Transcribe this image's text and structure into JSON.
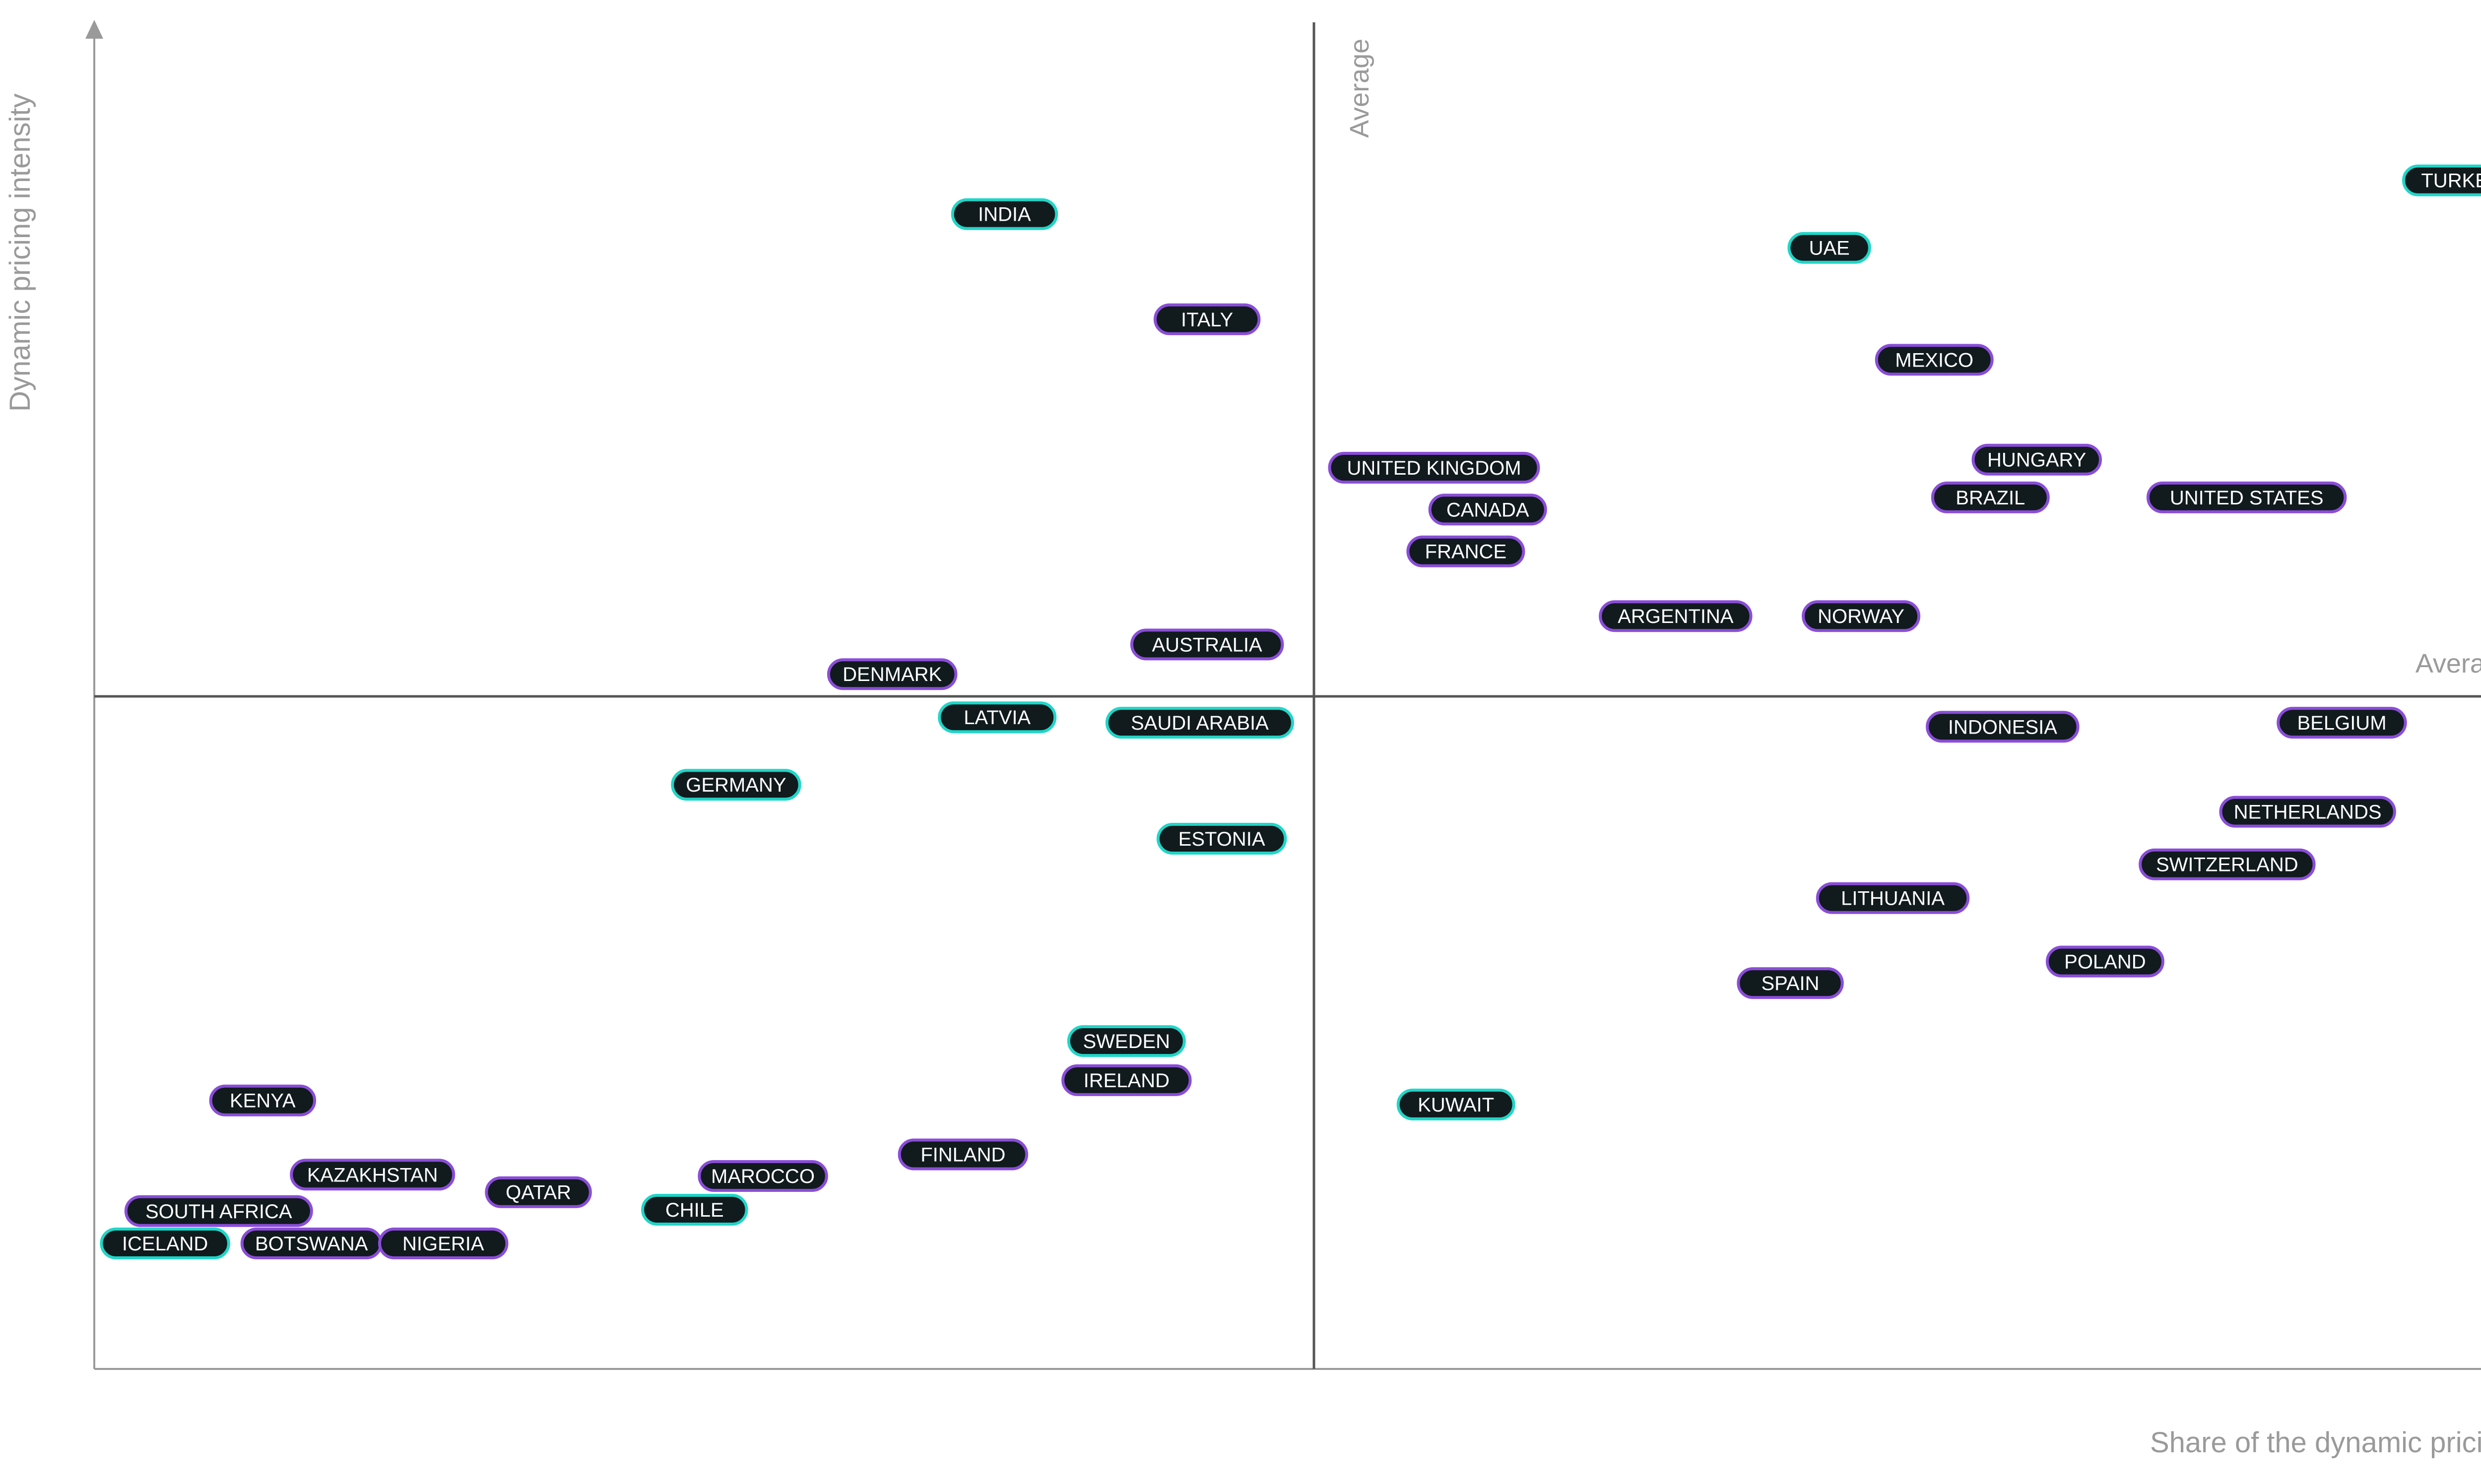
{
  "chart_data": {
    "type": "scatter",
    "title": "",
    "xlabel": "Share of the dynamic pricing",
    "ylabel": "Dynamic pricing intensity",
    "xlim": [
      0,
      100
    ],
    "ylim": [
      0,
      100
    ],
    "average_x": 50,
    "average_y": 50,
    "average_x_label": "Average",
    "average_y_label": "Average",
    "grid": false,
    "legend": "none",
    "colors": {
      "pill_fill": "#111a1d",
      "outline_teal": "#1fd6c8",
      "outline_purple": "#8a4dd8",
      "axis": "#9a9a9a",
      "divider": "#555555",
      "text": "#ffffff"
    },
    "points": [
      {
        "label": "INDIA",
        "x": 37.3,
        "y": 85.6,
        "edge": "teal"
      },
      {
        "label": "ITALY",
        "x": 45.6,
        "y": 77.8,
        "edge": "purple"
      },
      {
        "label": "AUSTRALIA",
        "x": 45.6,
        "y": 53.7,
        "edge": "purple"
      },
      {
        "label": "DENMARK",
        "x": 32.7,
        "y": 51.5,
        "edge": "purple"
      },
      {
        "label": "LATVIA",
        "x": 37.0,
        "y": 48.3,
        "edge": "teal"
      },
      {
        "label": "SAUDI ARABIA",
        "x": 45.3,
        "y": 47.9,
        "edge": "teal"
      },
      {
        "label": "GERMANY",
        "x": 26.3,
        "y": 43.3,
        "edge": "teal"
      },
      {
        "label": "ESTONIA",
        "x": 46.2,
        "y": 39.3,
        "edge": "teal"
      },
      {
        "label": "SWEDEN",
        "x": 42.3,
        "y": 24.3,
        "edge": "teal"
      },
      {
        "label": "IRELAND",
        "x": 42.3,
        "y": 21.4,
        "edge": "purple"
      },
      {
        "label": "FINLAND",
        "x": 35.6,
        "y": 15.9,
        "edge": "purple"
      },
      {
        "label": "KENYA",
        "x": 6.9,
        "y": 19.9,
        "edge": "purple"
      },
      {
        "label": "KAZAKHSTAN",
        "x": 11.4,
        "y": 14.4,
        "edge": "purple"
      },
      {
        "label": "QATAR",
        "x": 18.2,
        "y": 13.1,
        "edge": "purple"
      },
      {
        "label": "MAROCCO",
        "x": 27.4,
        "y": 14.3,
        "edge": "purple"
      },
      {
        "label": "CHILE",
        "x": 24.6,
        "y": 11.8,
        "edge": "teal"
      },
      {
        "label": "SOUTH AFRICA",
        "x": 5.1,
        "y": 11.7,
        "edge": "purple"
      },
      {
        "label": "ICELAND",
        "x": 2.9,
        "y": 9.3,
        "edge": "teal"
      },
      {
        "label": "BOTSWANA",
        "x": 8.9,
        "y": 9.3,
        "edge": "purple"
      },
      {
        "label": "NIGERIA",
        "x": 14.3,
        "y": 9.3,
        "edge": "purple"
      },
      {
        "label": "TURKEY",
        "x": 97.0,
        "y": 88.1,
        "edge": "teal"
      },
      {
        "label": "UAE",
        "x": 71.1,
        "y": 83.1,
        "edge": "teal"
      },
      {
        "label": "MEXICO",
        "x": 75.4,
        "y": 74.8,
        "edge": "purple"
      },
      {
        "label": "UNITED KINGDOM",
        "x": 54.9,
        "y": 66.8,
        "edge": "purple"
      },
      {
        "label": "CANADA",
        "x": 57.1,
        "y": 63.7,
        "edge": "purple"
      },
      {
        "label": "FRANCE",
        "x": 56.2,
        "y": 60.6,
        "edge": "purple"
      },
      {
        "label": "HUNGARY",
        "x": 79.6,
        "y": 67.4,
        "edge": "purple"
      },
      {
        "label": "BRAZIL",
        "x": 77.7,
        "y": 64.6,
        "edge": "purple"
      },
      {
        "label": "UNITED STATES",
        "x": 88.2,
        "y": 64.6,
        "edge": "purple"
      },
      {
        "label": "ARGENTINA",
        "x": 64.8,
        "y": 55.8,
        "edge": "purple"
      },
      {
        "label": "NORWAY",
        "x": 72.4,
        "y": 55.8,
        "edge": "purple"
      },
      {
        "label": "INDONESIA",
        "x": 78.2,
        "y": 47.6,
        "edge": "purple"
      },
      {
        "label": "BELGIUM",
        "x": 92.1,
        "y": 47.9,
        "edge": "purple"
      },
      {
        "label": "NETHERLANDS",
        "x": 90.7,
        "y": 41.3,
        "edge": "purple"
      },
      {
        "label": "SWITZERLAND",
        "x": 87.4,
        "y": 37.4,
        "edge": "purple"
      },
      {
        "label": "LITHUANIA",
        "x": 73.7,
        "y": 34.9,
        "edge": "purple"
      },
      {
        "label": "POLAND",
        "x": 82.4,
        "y": 30.2,
        "edge": "purple"
      },
      {
        "label": "SPAIN",
        "x": 69.5,
        "y": 28.6,
        "edge": "purple"
      },
      {
        "label": "KUWAIT",
        "x": 55.8,
        "y": 19.6,
        "edge": "teal"
      }
    ]
  }
}
